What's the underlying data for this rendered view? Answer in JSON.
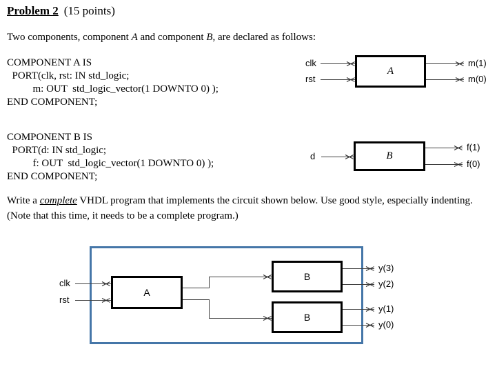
{
  "heading": {
    "title": "Problem 2",
    "points": "(15 points)"
  },
  "intro": {
    "before_a": "Two components, component ",
    "comp_a": "A",
    "between": " and component ",
    "comp_b": "B",
    "after_b": ", are declared as follows:"
  },
  "code": {
    "component_a": "COMPONENT A IS\n  PORT(clk, rst: IN std_logic;\n          m: OUT  std_logic_vector(1 DOWNTO 0) );\nEND COMPONENT;",
    "component_b": "COMPONENT B IS\n  PORT(d: IN std_logic;\n          f: OUT  std_logic_vector(1 DOWNTO 0) );\nEND COMPONENT;"
  },
  "task": {
    "part1": "Write a ",
    "emphasis": "complete",
    "part2": " VHDL program that implements the circuit shown below. Use good style, especially indenting. (Note that this time, it needs to be a complete program.)"
  },
  "diagram_a": {
    "block_label": "A",
    "inputs": [
      "clk",
      "rst"
    ],
    "outputs": [
      "m(1)",
      "m(0)"
    ]
  },
  "diagram_b": {
    "block_label": "B",
    "inputs": [
      "d"
    ],
    "outputs": [
      "f(1)",
      "f(0)"
    ]
  },
  "circuit": {
    "block_a_label": "A",
    "block_b1_label": "B",
    "block_b2_label": "B",
    "inputs": [
      "clk",
      "rst"
    ],
    "outputs": [
      "y(3)",
      "y(2)",
      "y(1)",
      "y(0)"
    ],
    "enclosure_color": "#4576a8"
  }
}
